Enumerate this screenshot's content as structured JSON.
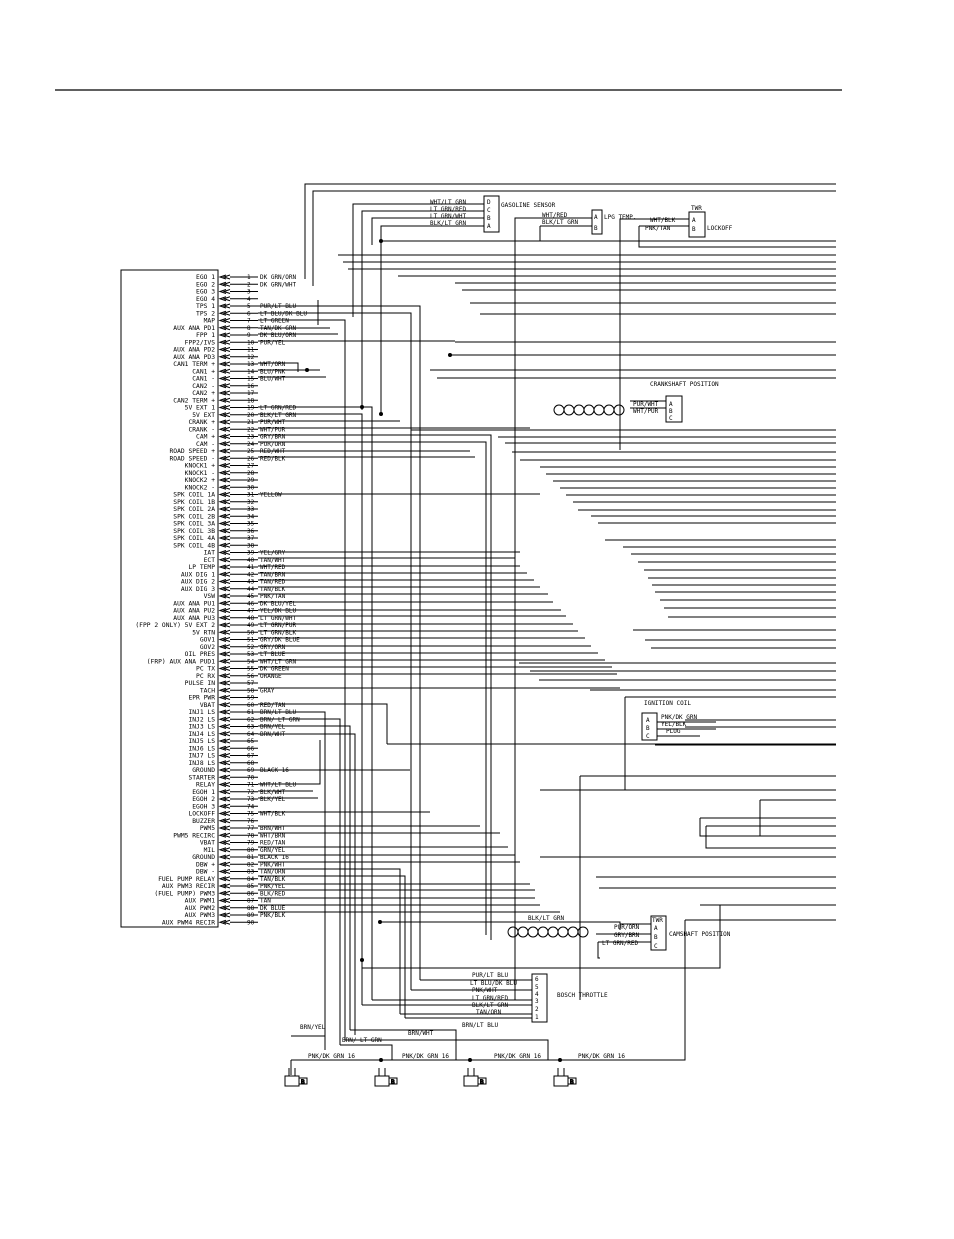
{
  "ecm": {
    "pins": [
      {
        "n": "1",
        "name": "EGO 1",
        "wire": "DK GRN/ORN"
      },
      {
        "n": "2",
        "name": "EGO 2",
        "wire": "DK GRN/WHT"
      },
      {
        "n": "3",
        "name": "EGO 3",
        "wire": ""
      },
      {
        "n": "4",
        "name": "EGO 4",
        "wire": ""
      },
      {
        "n": "5",
        "name": "TPS 1",
        "wire": "PUR/LT BLU"
      },
      {
        "n": "6",
        "name": "TPS 2",
        "wire": "LT BLU/DK BLU"
      },
      {
        "n": "7",
        "name": "MAP",
        "wire": "LT GREEN"
      },
      {
        "n": "8",
        "name": "AUX ANA PD1",
        "wire": "TAN/DK GRN"
      },
      {
        "n": "9",
        "name": "FPP 1",
        "wire": "DK BLU/ORN"
      },
      {
        "n": "10",
        "name": "FPP2/IVS",
        "wire": "PUR/YEL"
      },
      {
        "n": "11",
        "name": "AUX ANA PD2",
        "wire": ""
      },
      {
        "n": "12",
        "name": "AUX ANA PD3",
        "wire": ""
      },
      {
        "n": "13",
        "name": "CAN1 TERM +",
        "wire": "WHT/ORN"
      },
      {
        "n": "14",
        "name": "CAN1 +",
        "wire": "BLU/PNK"
      },
      {
        "n": "15",
        "name": "CAN1 -",
        "wire": "BLU/WHT"
      },
      {
        "n": "16",
        "name": "CAN2 -",
        "wire": ""
      },
      {
        "n": "17",
        "name": "CAN2 +",
        "wire": ""
      },
      {
        "n": "18",
        "name": "CAN2 TERM +",
        "wire": ""
      },
      {
        "n": "19",
        "name": "5V EXT 1",
        "wire": "LT GRN/RED"
      },
      {
        "n": "20",
        "name": "5V EXT",
        "wire": "BLK/LT GRN"
      },
      {
        "n": "21",
        "name": "CRANK +",
        "wire": "PUR/WHT"
      },
      {
        "n": "22",
        "name": "CRANK -",
        "wire": "WHT/PUR"
      },
      {
        "n": "23",
        "name": "CAM +",
        "wire": "GRY/BRN"
      },
      {
        "n": "24",
        "name": "CAM -",
        "wire": "PUR/ORN"
      },
      {
        "n": "25",
        "name": "ROAD SPEED +",
        "wire": "RED/WHT"
      },
      {
        "n": "26",
        "name": "ROAD SPEED -",
        "wire": "RED/BLK"
      },
      {
        "n": "27",
        "name": "KNOCK1 +",
        "wire": ""
      },
      {
        "n": "28",
        "name": "KNOCK1 -",
        "wire": ""
      },
      {
        "n": "29",
        "name": "KNOCK2 +",
        "wire": ""
      },
      {
        "n": "30",
        "name": "KNOCK2 -",
        "wire": ""
      },
      {
        "n": "31",
        "name": "SPK COIL 1A",
        "wire": "YELLOW"
      },
      {
        "n": "32",
        "name": "SPK COIL 1B",
        "wire": ""
      },
      {
        "n": "33",
        "name": "SPK COIL 2A",
        "wire": ""
      },
      {
        "n": "34",
        "name": "SPK COIL 2B",
        "wire": ""
      },
      {
        "n": "35",
        "name": "SPK COIL 3A",
        "wire": ""
      },
      {
        "n": "36",
        "name": "SPK COIL 3B",
        "wire": ""
      },
      {
        "n": "37",
        "name": "SPK COIL 4A",
        "wire": ""
      },
      {
        "n": "38",
        "name": "SPK COIL 4B",
        "wire": ""
      },
      {
        "n": "39",
        "name": "IAT",
        "wire": "YEL/GRY"
      },
      {
        "n": "40",
        "name": "ECT",
        "wire": "TAN/WHT"
      },
      {
        "n": "41",
        "name": "LP TEMP",
        "wire": "WHT/RED"
      },
      {
        "n": "42",
        "name": "AUX DIG 1",
        "wire": "TAN/BRN"
      },
      {
        "n": "43",
        "name": "AUX DIG 2",
        "wire": "TAN/RED"
      },
      {
        "n": "44",
        "name": "AUX DIG 3",
        "wire": "TAN/BLK"
      },
      {
        "n": "45",
        "name": "VSW",
        "wire": "PNK/TAN"
      },
      {
        "n": "46",
        "name": "AUX ANA PU1",
        "wire": "DK BLU/YEL"
      },
      {
        "n": "47",
        "name": "AUX ANA PU2",
        "wire": "YEL/DK BLU"
      },
      {
        "n": "48",
        "name": "AUX ANA PU3",
        "wire": "LT GRN/WHT"
      },
      {
        "n": "49",
        "name": "(FPP 2 ONLY) 5V EXT 2",
        "wire": "LT GRN/PUR"
      },
      {
        "n": "50",
        "name": "5V RTN",
        "wire": "LT GRN/BLK"
      },
      {
        "n": "51",
        "name": "GOV1",
        "wire": "GRY/DK BLUE"
      },
      {
        "n": "52",
        "name": "GOV2",
        "wire": "GRY/ORN"
      },
      {
        "n": "53",
        "name": "OIL PRES",
        "wire": "LT BLUE"
      },
      {
        "n": "54",
        "name": "(FRP) AUX ANA PUD1",
        "wire": "WHT/LT GRN"
      },
      {
        "n": "55",
        "name": "PC TX",
        "wire": "DK GREEN"
      },
      {
        "n": "56",
        "name": "PC RX",
        "wire": "ORANGE"
      },
      {
        "n": "57",
        "name": "PULSE IN",
        "wire": ""
      },
      {
        "n": "58",
        "name": "TACH",
        "wire": "GRAY"
      },
      {
        "n": "59",
        "name": "EPR PWR",
        "wire": ""
      },
      {
        "n": "60",
        "name": "VBAT",
        "wire": "RED/TAN"
      },
      {
        "n": "61",
        "name": "INJ1 LS",
        "wire": "BRN/LT BLU"
      },
      {
        "n": "62",
        "name": "INJ2 LS",
        "wire": "BRN/ LT GRN"
      },
      {
        "n": "63",
        "name": "INJ3 LS",
        "wire": "BRN/YEL"
      },
      {
        "n": "64",
        "name": "INJ4 LS",
        "wire": "BRN/WHT"
      },
      {
        "n": "65",
        "name": "INJ5 LS",
        "wire": ""
      },
      {
        "n": "66",
        "name": "INJ6 LS",
        "wire": ""
      },
      {
        "n": "67",
        "name": "INJ7 LS",
        "wire": ""
      },
      {
        "n": "68",
        "name": "INJ8 LS",
        "wire": ""
      },
      {
        "n": "69",
        "name": "GROUND",
        "wire": "BLACK 16"
      },
      {
        "n": "70",
        "name": "STARTER",
        "wire": ""
      },
      {
        "n": "71",
        "name": "RELAY",
        "wire": "WHT/LT BLU"
      },
      {
        "n": "72",
        "name": "EGOH 1",
        "wire": "BLK/WHT"
      },
      {
        "n": "73",
        "name": "EGOH 2",
        "wire": "BLK/YEL"
      },
      {
        "n": "74",
        "name": "EGOH 3",
        "wire": ""
      },
      {
        "n": "75",
        "name": "LOCKOFF",
        "wire": "WHT/BLK"
      },
      {
        "n": "76",
        "name": "BUZZER",
        "wire": ""
      },
      {
        "n": "77",
        "name": "PWM5",
        "wire": "BRN/WHT"
      },
      {
        "n": "78",
        "name": "PWM5 RECIRC",
        "wire": "WHT/BRN"
      },
      {
        "n": "79",
        "name": "VBAT",
        "wire": "RED/TAN"
      },
      {
        "n": "80",
        "name": "MIL",
        "wire": "GRN/YEL"
      },
      {
        "n": "81",
        "name": "GROUND",
        "wire": "BLACK 16"
      },
      {
        "n": "82",
        "name": "DBW +",
        "wire": "PNK/WHT"
      },
      {
        "n": "83",
        "name": "DBW -",
        "wire": "TAN/ORN"
      },
      {
        "n": "84",
        "name": "FUEL PUMP RELAY",
        "wire": "TAN/BLK"
      },
      {
        "n": "85",
        "name": "AUX PWM3 RECIR",
        "wire": "PNK/YEL"
      },
      {
        "n": "86",
        "name": "(FUEL PUMP) PWM3",
        "wire": "BLK/RED"
      },
      {
        "n": "87",
        "name": "AUX PWM1",
        "wire": "TAN"
      },
      {
        "n": "88",
        "name": "AUX PWM2",
        "wire": "DK BLUE"
      },
      {
        "n": "89",
        "name": "AUX PWM3",
        "wire": "PNK/BLK"
      },
      {
        "n": "90",
        "name": "AUX PWM4 RECIR",
        "wire": ""
      }
    ]
  },
  "gasoline_sensor": {
    "title": "GASOLINE SENSOR",
    "pins": [
      "D",
      "C",
      "B",
      "A"
    ],
    "wires": [
      "WHT/LT GRN",
      "LT GRN/RED",
      "LT GRN/WHT",
      "BLK/LT GRN"
    ]
  },
  "lpg_temp": {
    "title": "LPG TEMP.",
    "pins": [
      "A",
      "B"
    ],
    "wires": [
      "WHT/RED",
      "BLK/LT GRN"
    ]
  },
  "lockoff": {
    "title_top": "TWR",
    "title": "LOCKOFF",
    "pins": [
      "A",
      "B"
    ],
    "wires": [
      "WHT/BLK",
      "PNK/TAN"
    ]
  },
  "crankshaft": {
    "title": "CRANKSHAFT POSITION",
    "pins": [
      "A",
      "B",
      "C"
    ],
    "wires": [
      "PUR/WHT",
      "WHT/PUR"
    ]
  },
  "ignition_coil": {
    "title": "IGNITION COIL",
    "pins": [
      "A",
      "B",
      "C"
    ],
    "wires": [
      "PNK/DK GRN",
      "YEL/BLK",
      "PLUG"
    ]
  },
  "camshaft": {
    "title_top": "TWR",
    "title": "CAMSHAFT POSITION",
    "pins": [
      "A",
      "B",
      "C"
    ],
    "wires": [
      "PUR/ORN",
      "GRY/BRN",
      "LT GRN/RED"
    ],
    "top_wire": "BLK/LT GRN"
  },
  "throttle": {
    "title": "BOSCH THROTTLE",
    "pins": [
      "6",
      "5",
      "4",
      "3",
      "2",
      "1"
    ],
    "wires": [
      "PUR/LT BLU",
      "LT BLU/DK BLU",
      "PNK/WHT",
      "LT GRN/RED",
      "BLK/LT GRN",
      "TAN/ORN"
    ]
  },
  "injectors": {
    "feed_wires": [
      "BRN/YEL",
      "BRN/ LT GRN",
      "BRN/WHT",
      "BRN/LT BLU"
    ],
    "power_labels": [
      "PNK/DK GRN 16",
      "PNK/DK GRN 16",
      "PNK/DK GRN 16"
    ],
    "pin_label": "B"
  }
}
